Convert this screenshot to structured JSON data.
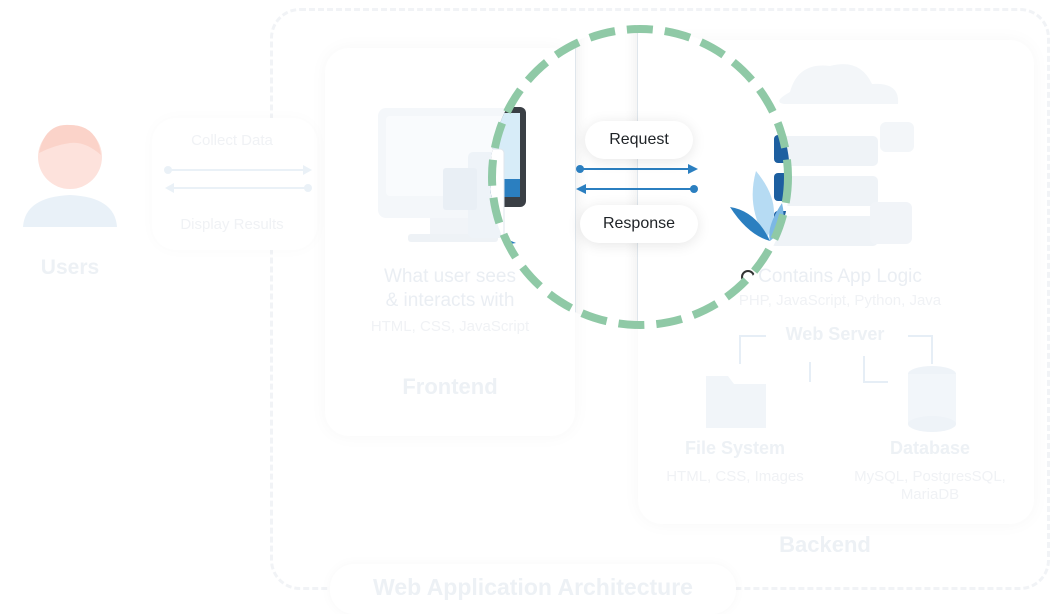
{
  "users": {
    "label": "Users"
  },
  "arrows_left": {
    "top_label": "Collect Data",
    "bottom_label": "Display Results"
  },
  "frontend": {
    "line1": "What user sees",
    "line2": "& interacts  with",
    "tech": "HTML, CSS, JavaScript",
    "title": "Frontend"
  },
  "connection": {
    "request": "Request",
    "response": "Response"
  },
  "backend": {
    "logic_title": "Contains App Logic",
    "logic_tech": "PHP, JavaScript, Python, Java",
    "web_server": "Web Server",
    "file_system": {
      "title": "File System",
      "tech": "HTML, CSS, Images"
    },
    "database": {
      "title": "Database",
      "tech_line1": "MySQL, PostgresSQL,",
      "tech_line2": "MariaDB"
    },
    "title": "Backend"
  },
  "footer": {
    "title": "Web Application Architecture"
  },
  "colors": {
    "accent_blue": "#2b7fc0",
    "highlight_green": "#8fc9a6",
    "faded_text": "#eef2f6"
  }
}
